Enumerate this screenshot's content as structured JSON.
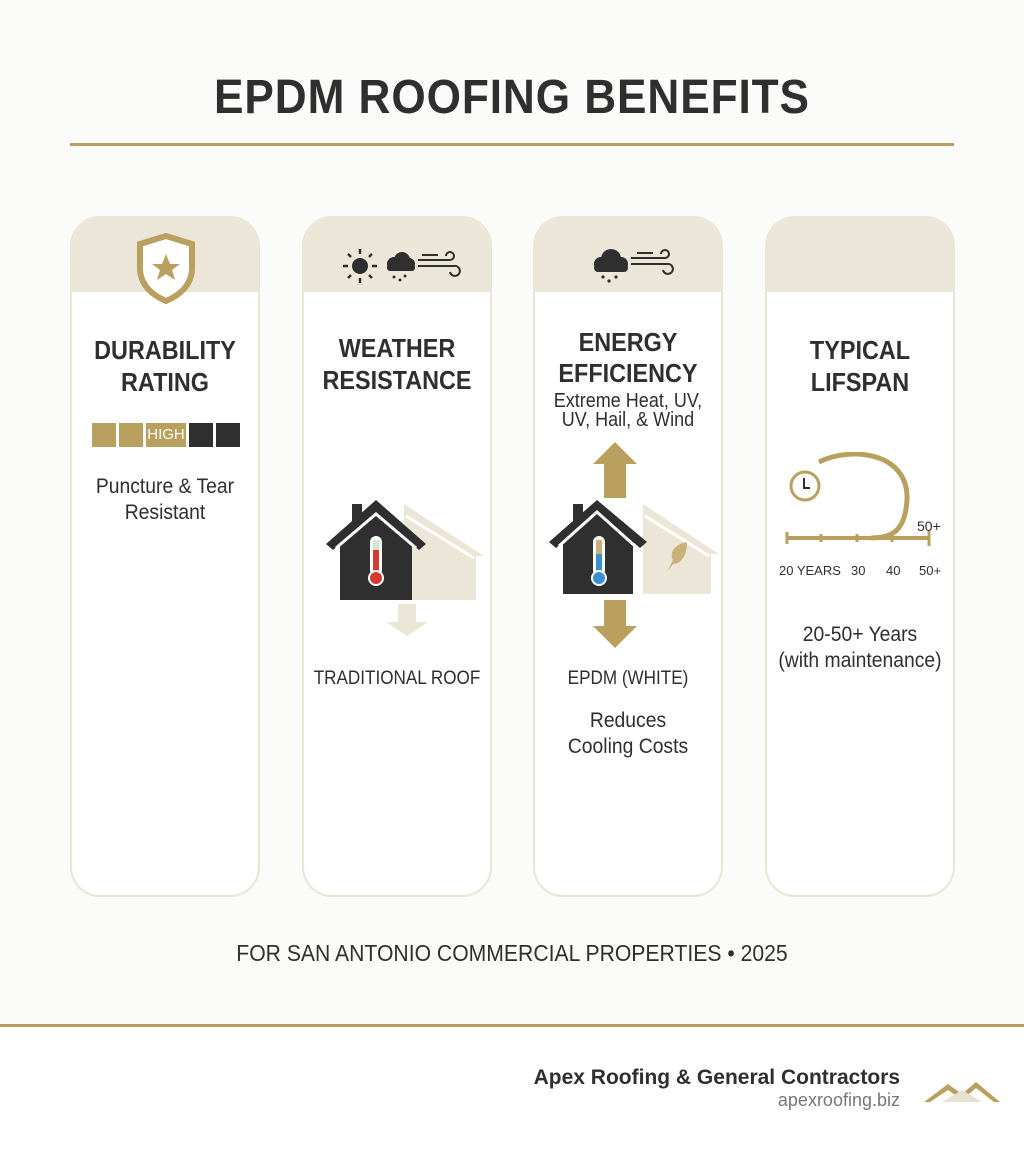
{
  "title": "EPDM ROOFING BENEFITS",
  "colors": {
    "accent": "#b9a05e",
    "band": "#ece6d8",
    "dark": "#2f2f2f"
  },
  "cards": [
    {
      "heading1": "DURABILITY",
      "heading2": "RATING",
      "icon": "shield-star-icon",
      "rating_label": "HIGH",
      "rating_level": 3,
      "rating_max": 5,
      "desc1": "Puncture & Tear",
      "desc2": "Resistant"
    },
    {
      "heading1": "WEATHER",
      "heading2": "RESISTANCE",
      "icon": "sun-rain-wind-icons",
      "caption": "TRADITIONAL ROOF"
    },
    {
      "heading1": "ENERGY",
      "heading2": "EFFICIENCY",
      "icon": "rain-wind-icons",
      "sub1": "Extreme Heat, UV,",
      "sub2": "UV, Hail, & Wind",
      "caption": "EPDM (WHITE)",
      "desc1": "Reduces",
      "desc2": "Cooling Costs"
    },
    {
      "heading1": "TYPICAL",
      "heading2": "LIFSPAN",
      "icon": "clock-icon",
      "axis_end": "50+",
      "ticks": [
        "20 YEARS",
        "30",
        "40",
        "50+"
      ],
      "desc1": "20-50+ Years",
      "desc2": "(with maintenance)"
    }
  ],
  "footer_note": "FOR SAN ANTONIO COMMERCIAL PROPERTIES • 2025",
  "company": "Apex Roofing & General Contractors",
  "url": "apexroofing.biz"
}
